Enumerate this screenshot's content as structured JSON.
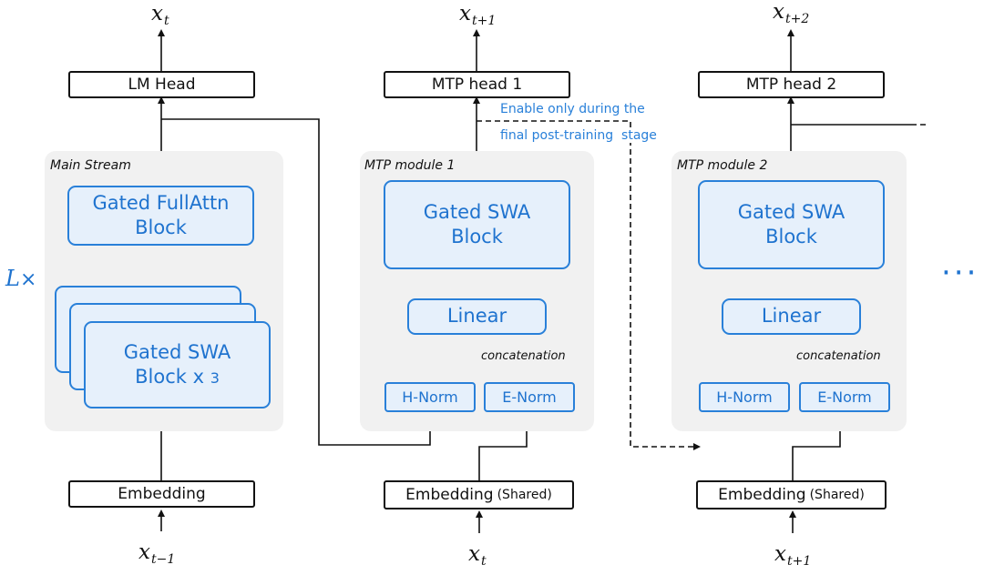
{
  "main": {
    "out_var": {
      "base": "x",
      "sub": "t"
    },
    "head": "LM Head",
    "panel_title": "Main Stream",
    "fullattn": {
      "l1": "Gated FullAttn",
      "l2": "Block"
    },
    "swa": {
      "l1": "Gated SWA",
      "l2": "Block x",
      "count": "3"
    },
    "repeat_symbol": "L",
    "repeat_times": "×",
    "embedding": "Embedding",
    "in_var": {
      "base": "x",
      "sub": "t−1"
    }
  },
  "mtp1": {
    "out_var": {
      "base": "x",
      "sub": "t+1"
    },
    "head": "MTP head 1",
    "panel_title": "MTP module 1",
    "swa": {
      "l1": "Gated SWA",
      "l2": "Block"
    },
    "linear": "Linear",
    "concat": "concatenation",
    "hnorm": "H-Norm",
    "enorm": "E-Norm",
    "embedding": "Embedding",
    "shared": "(Shared)",
    "in_var": {
      "base": "x",
      "sub": "t"
    }
  },
  "mtp2": {
    "out_var": {
      "base": "x",
      "sub": "t+2"
    },
    "head": "MTP head 2",
    "panel_title": "MTP module 2",
    "swa": {
      "l1": "Gated SWA",
      "l2": "Block"
    },
    "linear": "Linear",
    "concat": "concatenation",
    "hnorm": "H-Norm",
    "enorm": "E-Norm",
    "embedding": "Embedding",
    "shared": "(Shared)",
    "in_var": {
      "base": "x",
      "sub": "t+1"
    }
  },
  "note": {
    "line1": "Enable only during the",
    "line2": "final post-training  stage"
  },
  "ellipsis": "···",
  "colors": {
    "accent": "#2980d9",
    "panel": "#f1f1f1",
    "line": "#111111"
  }
}
